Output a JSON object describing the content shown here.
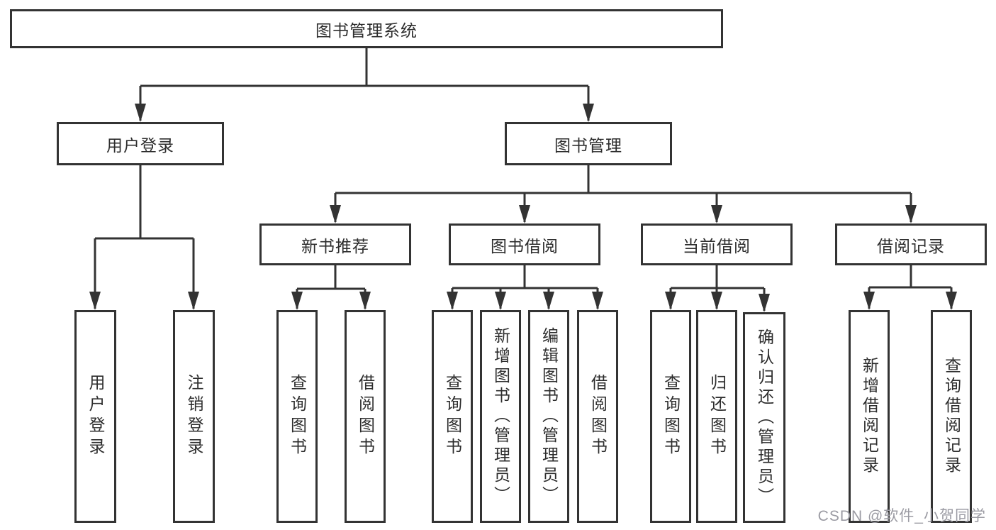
{
  "tree": {
    "root": {
      "label": "图书管理系统",
      "children": [
        {
          "label": "用户登录",
          "children": [
            {
              "label": "用户登录"
            },
            {
              "label": "注销登录"
            }
          ]
        },
        {
          "label": "图书管理",
          "children": [
            {
              "label": "新书推荐",
              "children": [
                {
                  "label": "查询图书"
                },
                {
                  "label": "借阅图书"
                }
              ]
            },
            {
              "label": "图书借阅",
              "children": [
                {
                  "label": "查询图书"
                },
                {
                  "label": "新增图书（管理员）"
                },
                {
                  "label": "编辑图书（管理员）"
                },
                {
                  "label": "借阅图书"
                }
              ]
            },
            {
              "label": "当前借阅",
              "children": [
                {
                  "label": "查询图书"
                },
                {
                  "label": "归还图书"
                },
                {
                  "label": "确认归还（管理员）"
                }
              ]
            },
            {
              "label": "借阅记录",
              "children": [
                {
                  "label": "新增借阅记录"
                },
                {
                  "label": "查询借阅记录"
                }
              ]
            }
          ]
        }
      ]
    }
  },
  "watermark": {
    "text": "CSDN @软件_小贺同学"
  },
  "colors": {
    "line": "#333333",
    "node_border": "#333333",
    "node_text": "#2d2d2d",
    "background": "#ffffff",
    "watermark_text": "#9b9ba3"
  }
}
